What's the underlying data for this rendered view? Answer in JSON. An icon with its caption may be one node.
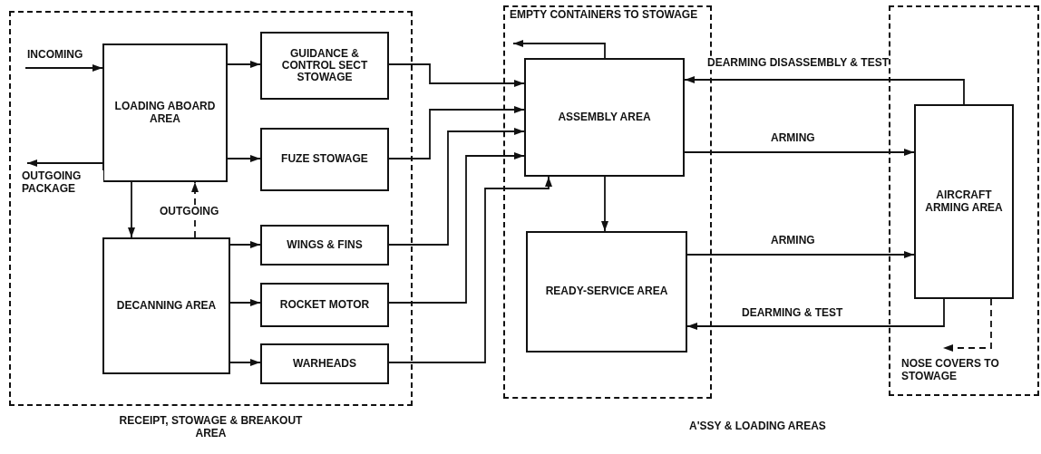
{
  "diagram": {
    "nodes": [
      {
        "text": [
          "RECEIPT, STOWAGE & BREAKOUT AREA"
        ]
      },
      {
        "text": [
          "LOADING ABOARD AREA"
        ],
        "in": 0
      },
      {
        "text": [
          "GUIDANCE & CONTROL SECT STOWAGE"
        ],
        "in": 0
      },
      {
        "text": [
          "FUZE STOWAGE"
        ],
        "in": 0
      },
      {
        "text": [
          "DECANNING AREA"
        ],
        "in": 0
      },
      {
        "text": [
          "WINGS & FINS"
        ],
        "in": 0
      },
      {
        "text": [
          "ROCKET MOTOR"
        ],
        "in": 0
      },
      {
        "text": [
          "WARHEADS"
        ],
        "in": 0
      },
      {
        "text": [],
        "shape": "box"
      },
      {
        "text": [
          "ASSEMBLY AREA"
        ],
        "in": 8
      },
      {
        "text": [
          "READY-SERVICE AREA"
        ],
        "in": 8
      },
      {
        "text": [],
        "shape": "box"
      },
      {
        "text": [
          "AIRCRAFT ARMING AREA"
        ],
        "in": 11
      }
    ],
    "edges": [
      {
        "from": null,
        "to": 1,
        "arrow": "to",
        "label": "INCOMING"
      },
      {
        "from": 1,
        "to": null,
        "arrow": "to",
        "label": "OUTGOING PACKAGE"
      },
      {
        "from": 1,
        "to": 2,
        "arrow": "to"
      },
      {
        "from": 1,
        "to": 3,
        "arrow": "to"
      },
      {
        "from": 1,
        "to": 4,
        "arrow": "to"
      },
      {
        "from": 4,
        "to": 1,
        "arrow": "to",
        "label": "OUTGOING",
        "style": "dashed"
      },
      {
        "from": 4,
        "to": 5,
        "arrow": "to"
      },
      {
        "from": 4,
        "to": 6,
        "arrow": "to"
      },
      {
        "from": 4,
        "to": 7,
        "arrow": "to"
      },
      {
        "from": 2,
        "to": 9,
        "arrow": "to"
      },
      {
        "from": 3,
        "to": 9,
        "arrow": "to"
      },
      {
        "from": 5,
        "to": 9,
        "arrow": "to"
      },
      {
        "from": 6,
        "to": 9,
        "arrow": "to"
      },
      {
        "from": 7,
        "to": 9,
        "arrow": "to"
      },
      {
        "from": 9,
        "to": null,
        "arrow": "to",
        "label": "EMPTY CONTAINERS TO STOWAGE"
      },
      {
        "from": 12,
        "to": 9,
        "arrow": "to",
        "label": "DEARMING DISASSEMBLY & TEST"
      },
      {
        "from": 9,
        "to": 12,
        "arrow": "to",
        "label": "ARMING"
      },
      {
        "from": 10,
        "to": 12,
        "arrow": "to",
        "label": "ARMING"
      },
      {
        "from": 12,
        "to": 10,
        "arrow": "to",
        "label": "DEARMING & TEST"
      },
      {
        "from": 12,
        "to": null,
        "arrow": "to",
        "label": "NOSE COVERS TO STOWAGE",
        "style": "dashed"
      },
      {
        "from": 9,
        "to": 10,
        "arrow": "to"
      }
    ],
    "labels": [
      "A'SSY & LOADING AREAS"
    ]
  }
}
